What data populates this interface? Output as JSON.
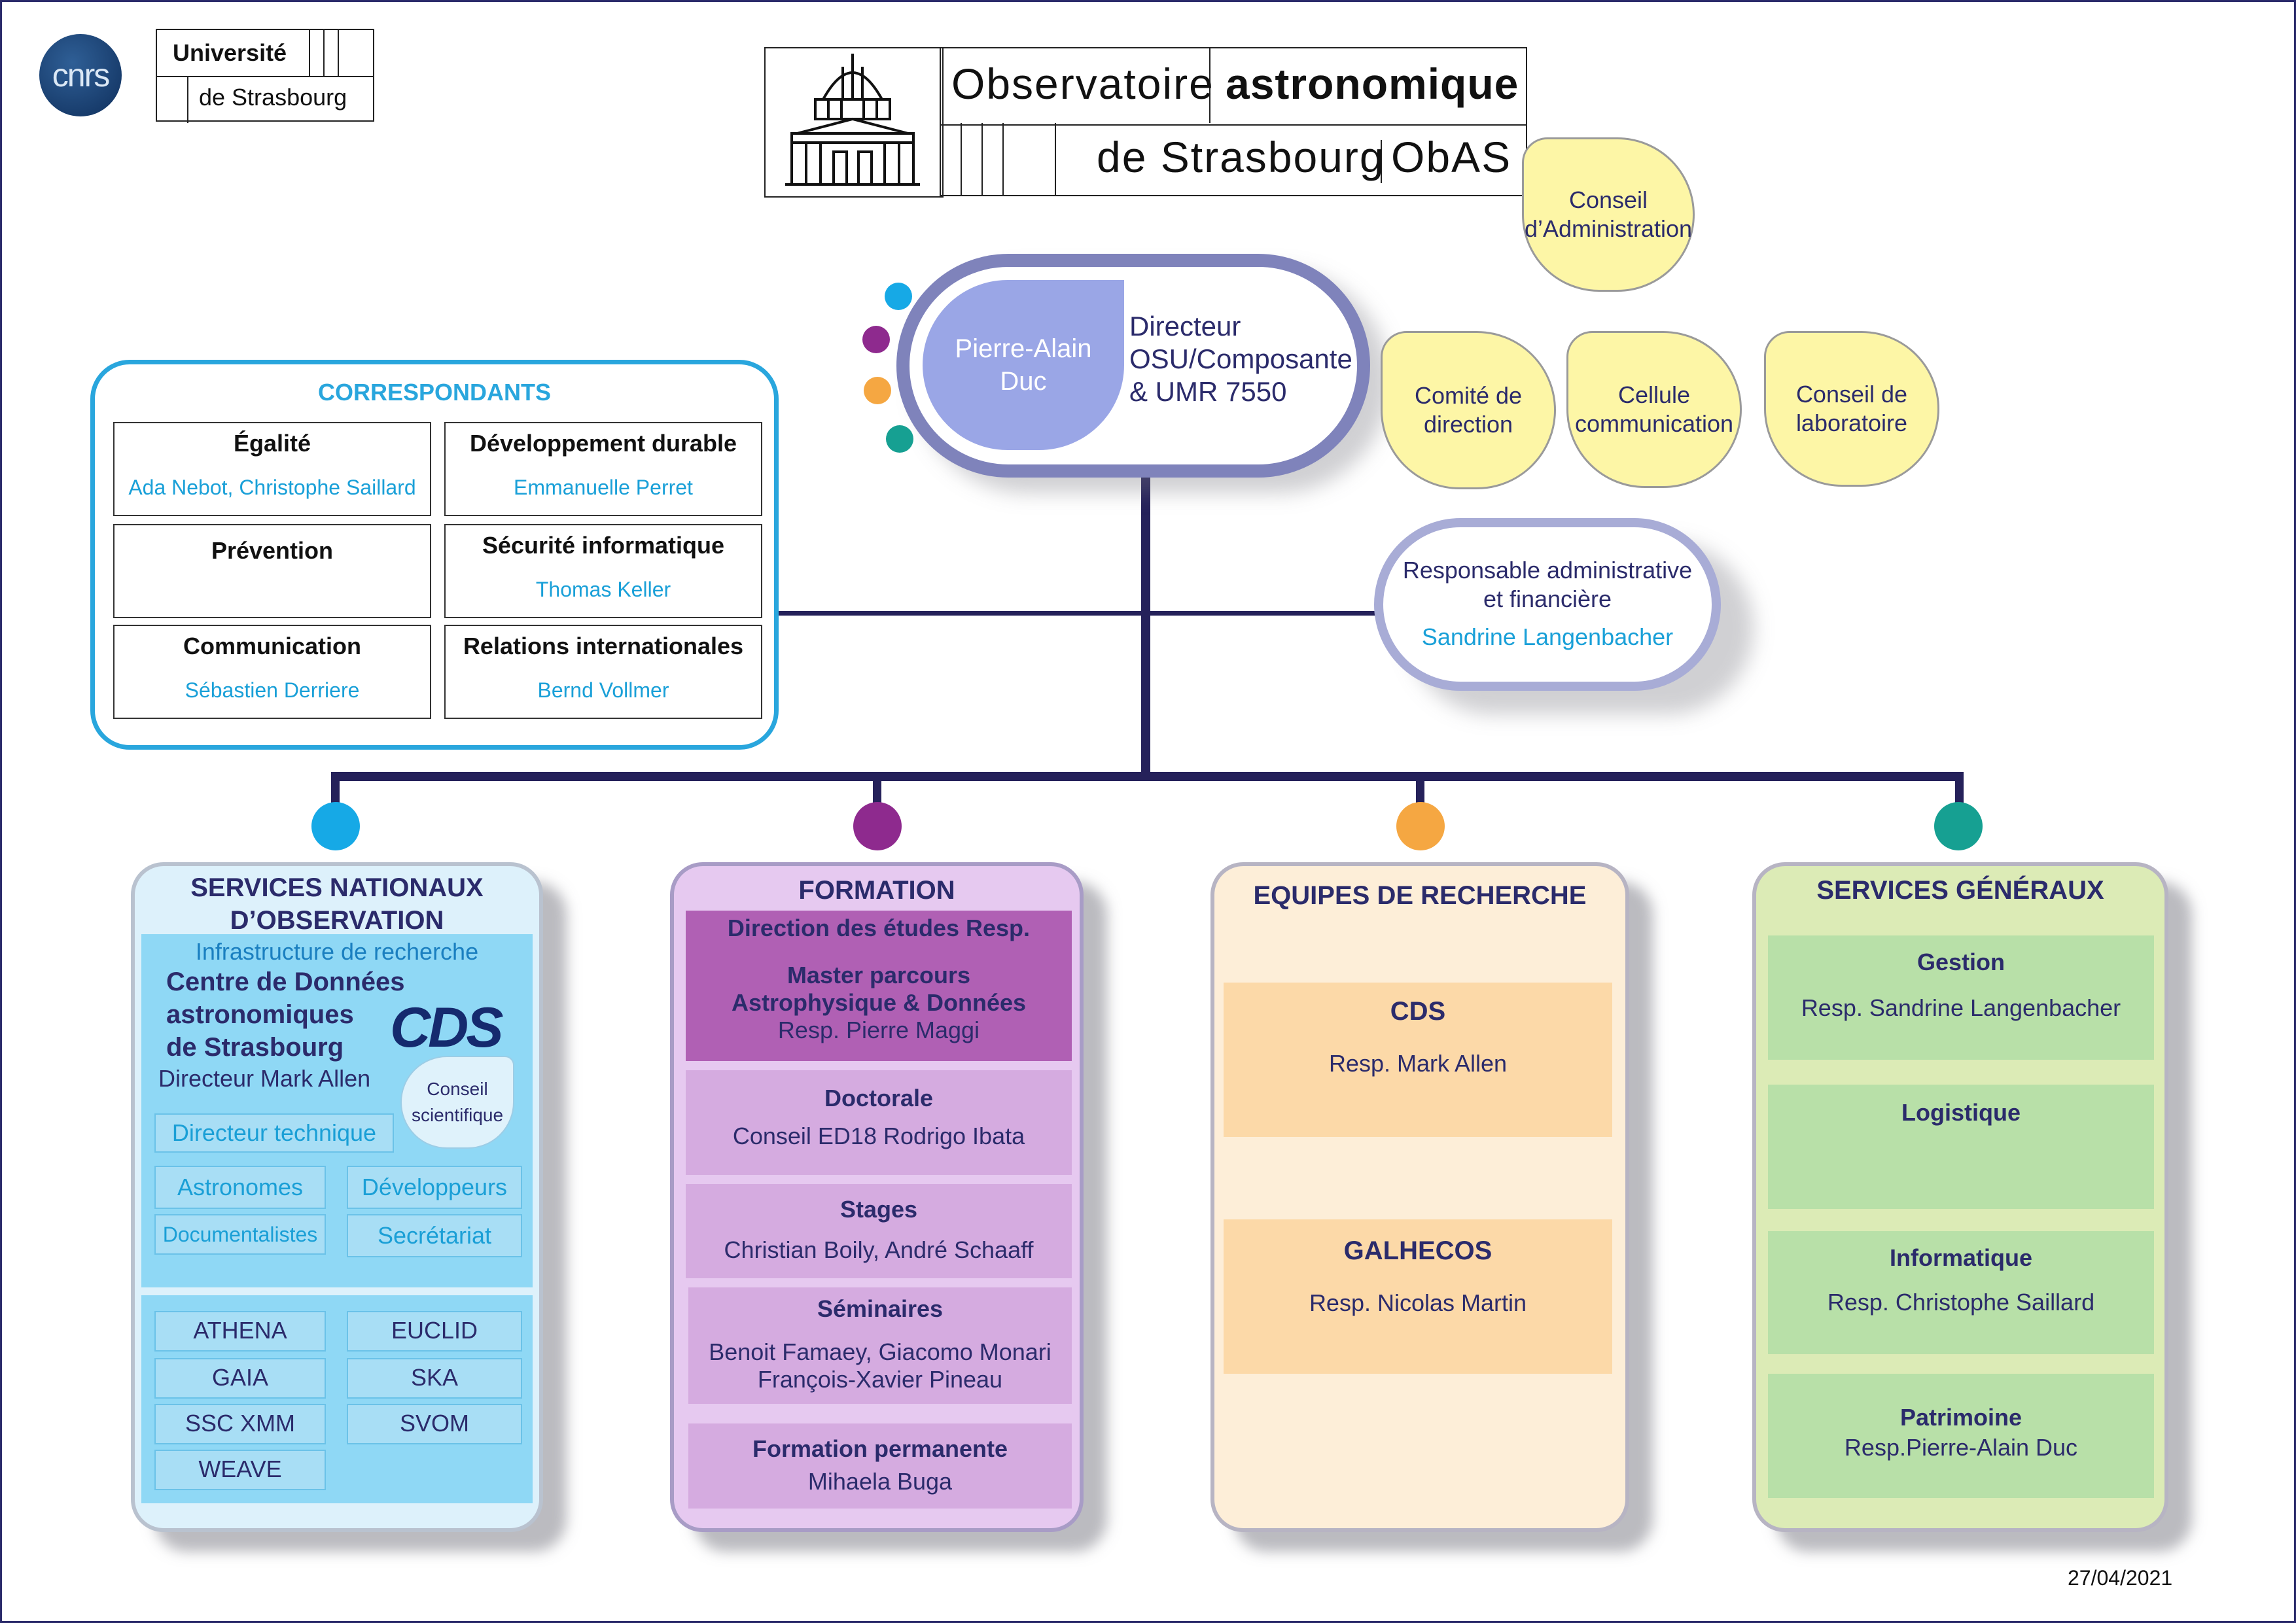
{
  "logos": {
    "cnrs": "cnrs",
    "universite_line1": "Université",
    "universite_line2": "de Strasbourg",
    "observatoire_w1": "Observatoire",
    "observatoire_w2": "astronomique",
    "observatoire_w3": "de Strasbourg",
    "observatoire_w4": "ObAS"
  },
  "director": {
    "name": "Pierre-Alain Duc",
    "title_line1": "Directeur",
    "title_line2": "OSU/Composante",
    "title_line3": "& UMR 7550"
  },
  "councils": {
    "conseil_admin": "Conseil d’Administration",
    "comite_direction": "Comité de direction",
    "cellule_communication": "Cellule communication",
    "conseil_laboratoire": "Conseil de laboratoire"
  },
  "raf": {
    "title_line1": "Responsable administrative",
    "title_line2": "et financière",
    "name": "Sandrine Langenbacher"
  },
  "correspondants": {
    "title": "CORRESPONDANTS",
    "items": [
      {
        "title": "Égalité",
        "name": "Ada Nebot, Christophe Saillard"
      },
      {
        "title": "Développement durable",
        "name": "Emmanuelle Perret"
      },
      {
        "title": "Prévention",
        "name": ""
      },
      {
        "title": "Sécurité informatique",
        "name": "Thomas Keller"
      },
      {
        "title": "Communication",
        "name": "Sébastien Derriere"
      },
      {
        "title": "Relations internationales",
        "name": "Bernd Vollmer"
      }
    ]
  },
  "sno": {
    "title_line1": "SERVICES NATIONAUX",
    "title_line2": "D’OBSERVATION",
    "infra": "Infrastructure de recherche",
    "cds_line1": "Centre de Données",
    "cds_line2": "astronomiques",
    "cds_line3": "de Strasbourg",
    "cds_logo": "CDS",
    "directeur": "Directeur Mark Allen",
    "conseil_line1": "Conseil",
    "conseil_line2": "scientifique",
    "directeur_technique": "Directeur technique",
    "roles": [
      "Astronomes",
      "Développeurs",
      "Documentalistes",
      "Secrétariat"
    ],
    "projects": [
      "ATHENA",
      "EUCLID",
      "GAIA",
      "SKA",
      "SSC XMM",
      "SVOM",
      "WEAVE"
    ]
  },
  "formation": {
    "title": "FORMATION",
    "direction": "Direction des études Resp.",
    "master_line1": "Master parcours",
    "master_line2": "Astrophysique & Données",
    "master_resp": "Resp. Pierre Maggi",
    "doctorale_title": "Doctorale",
    "doctorale_name": "Conseil ED18 Rodrigo Ibata",
    "stages_title": "Stages",
    "stages_name": "Christian Boily, André Schaaff",
    "seminaires_title": "Séminaires",
    "seminaires_line1": "Benoit Famaey, Giacomo Monari",
    "seminaires_line2": "François-Xavier Pineau",
    "permanente_title": "Formation permanente",
    "permanente_name": "Mihaela Buga"
  },
  "recherche": {
    "title": "EQUIPES DE RECHERCHE",
    "cds_title": "CDS",
    "cds_resp": "Resp. Mark Allen",
    "galhecos_title": "GALHECOS",
    "galhecos_resp": "Resp. Nicolas Martin"
  },
  "generaux": {
    "title": "SERVICES GÉNÉRAUX",
    "gestion_title": "Gestion",
    "gestion_resp": "Resp. Sandrine Langenbacher",
    "logistique_title": "Logistique",
    "informatique_title": "Informatique",
    "informatique_resp": "Resp. Christophe Saillard",
    "patrimoine_title": "Patrimoine",
    "patrimoine_resp": "Resp.Pierre-Alain Duc"
  },
  "date": "27/04/2021",
  "colors": {
    "navy": "#2b2b6b",
    "cyan": "#29a6dd",
    "purple": "#8e2a8e",
    "orange": "#f5a742",
    "teal": "#16a092"
  }
}
